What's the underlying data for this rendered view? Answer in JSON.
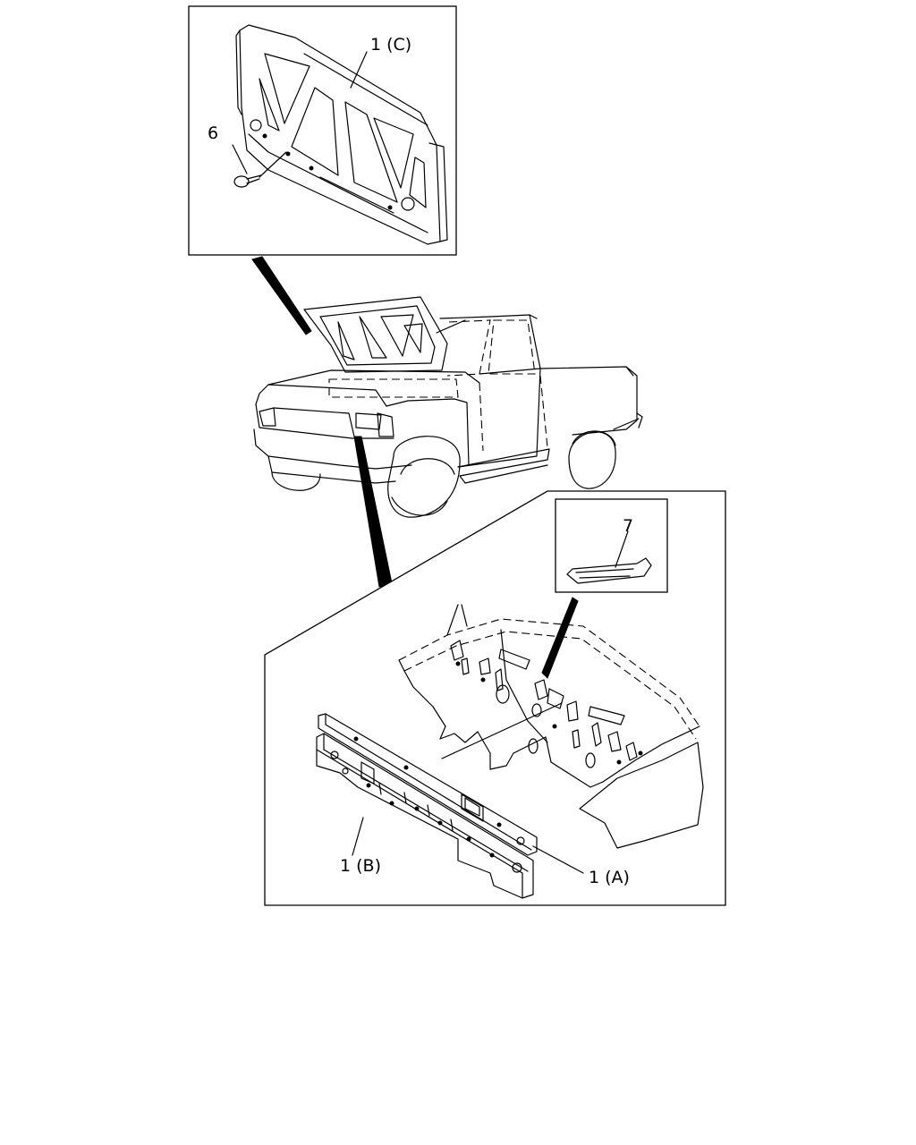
{
  "callouts": {
    "part_1c": "1 (C)",
    "part_6": "6",
    "part_7": "7",
    "part_1b": "1 (B)",
    "part_1a": "1 (A)"
  },
  "colors": {
    "line": "#000000",
    "background": "#ffffff"
  }
}
